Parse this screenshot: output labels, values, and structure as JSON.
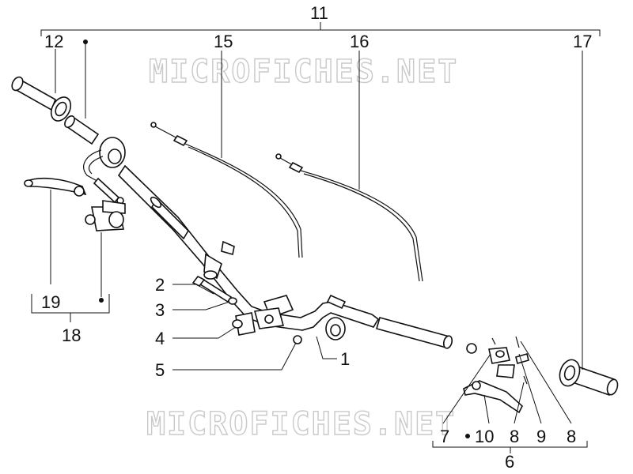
{
  "watermark": {
    "text": "MICROFICHES.NET"
  },
  "callouts": {
    "c1": "1",
    "c2": "2",
    "c3": "3",
    "c4": "4",
    "c5": "5",
    "c6": "6",
    "c7": "7",
    "c8a": "8",
    "c8b": "8",
    "c9": "9",
    "c10": "10",
    "c11": "11",
    "c12": "12",
    "c15": "15",
    "c16": "16",
    "c17": "17",
    "c18": "18",
    "c19": "19"
  }
}
